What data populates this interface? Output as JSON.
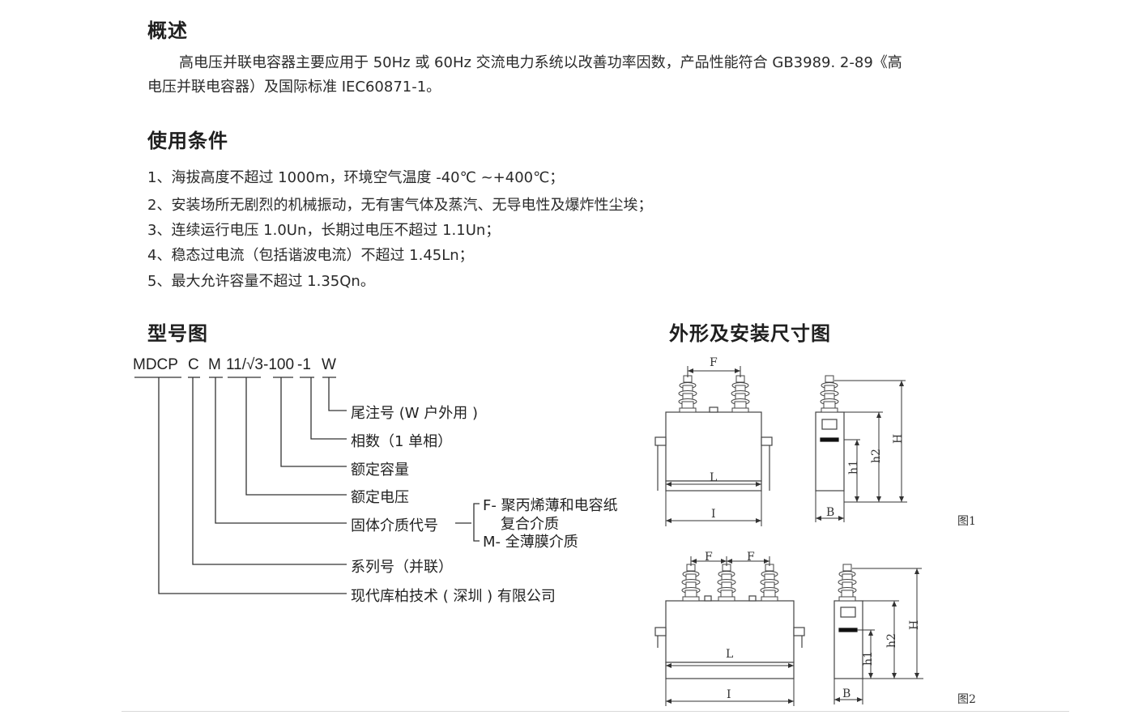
{
  "overview": {
    "heading": "概述",
    "line1": "高电压并联电容器主要应用于 50Hz 或 60Hz 交流电力系统以改善功率因数，产品性能符合 GB3989. 2-89《高",
    "line2": "电压并联电容器）及国际标准 IEC60871-1。"
  },
  "conditions": {
    "heading": "使用条件",
    "items": [
      "1、海拔高度不超过 1000m，环境空气温度 -40℃ ~+400℃；",
      "2、安装场所无剧烈的机械振动，无有害气体及蒸汽、无导电性及爆炸性尘埃；",
      "3、连续运行电压 1.0Un，长期过电压不超过 1.1Un；",
      "4、稳态过电流（包括谐波电流）不超过 1.45Ln；",
      "5、最大允许容量不超过 1.35Qn。"
    ]
  },
  "model": {
    "heading": "型号图",
    "code": {
      "p1": "MDCP",
      "p2": "C",
      "p3": "M",
      "p4": "11/√3-100",
      "p5": "-1",
      "p6": "W"
    },
    "labels": {
      "suffix": "尾注号 (W 户外用 )",
      "phase": "相数（1 单相）",
      "capacity": "额定容量",
      "voltage": "额定电压",
      "dielectric": "固体介质代号",
      "series": "系列号（并联）",
      "company": "现代库柏技术 ( 深圳 ) 有限公司"
    },
    "dielectric_options": {
      "f_line1": "F- 聚丙烯薄和电容纸",
      "f_line2": "复合介质",
      "m_line": "M- 全薄膜介质"
    }
  },
  "dimensions": {
    "heading": "外形及安装尺寸图",
    "fig1": {
      "caption": "图1",
      "F": "F",
      "L": "L",
      "I": "I",
      "B": "B",
      "h1": "h1",
      "h2": "h2",
      "H": "H"
    },
    "fig2": {
      "caption": "图2",
      "F1": "F",
      "F2": "F",
      "L": "L",
      "I": "I",
      "B": "B",
      "h1": "h1",
      "h2": "h2",
      "H": "H"
    }
  },
  "colors": {
    "text": "#222222",
    "line": "#333333"
  }
}
